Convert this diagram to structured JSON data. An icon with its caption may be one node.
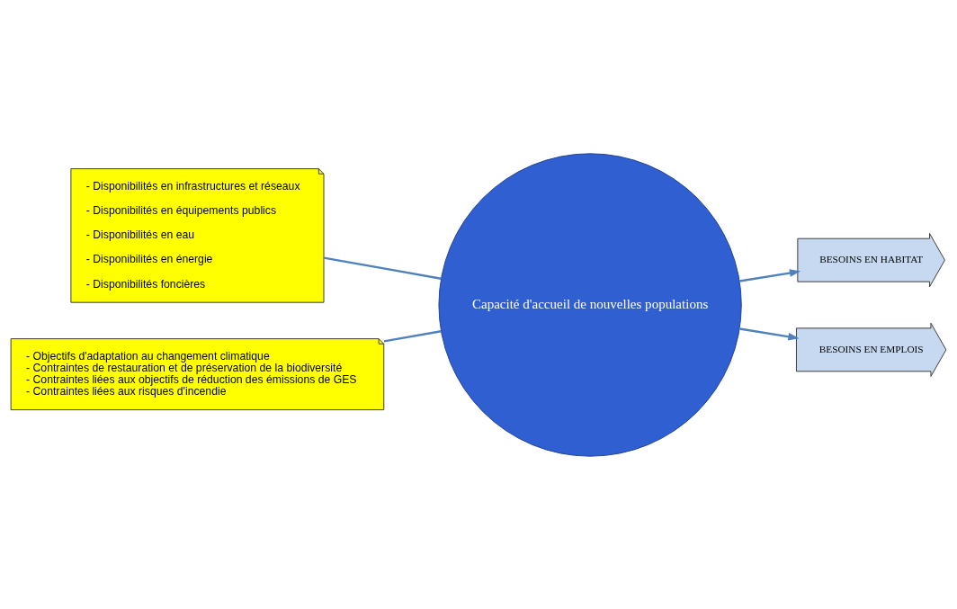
{
  "diagram": {
    "nodes": [
      {
        "text": [
          "- Disponibilités en infrastructures et réseaux",
          "- Disponibilités en équipements publics",
          "- Disponibilités en eau",
          "- Disponibilités en énergie",
          "- Disponibilités foncières"
        ]
      },
      {
        "text": [
          "- Objectifs d'adaptation au changement climatique",
          "- Contraintes de restauration et de préservation de la biodiversité",
          "- Contraintes liées aux objectifs de réduction des émissions de GES",
          "- Contraintes liées aux risques d'incendie"
        ]
      },
      {
        "text": [
          "Capacité d'accueil de nouvelles populations"
        ]
      },
      {
        "text": [
          "BESOINS EN HABITAT"
        ]
      },
      {
        "text": [
          "BESOINS EN EMPLOIS"
        ]
      }
    ],
    "edges": [
      {
        "from": 0,
        "to": 2,
        "arrow": "none"
      },
      {
        "from": 1,
        "to": 2,
        "arrow": "none"
      },
      {
        "from": 2,
        "to": 3,
        "arrow": "to"
      },
      {
        "from": 2,
        "to": 4,
        "arrow": "to"
      }
    ]
  }
}
